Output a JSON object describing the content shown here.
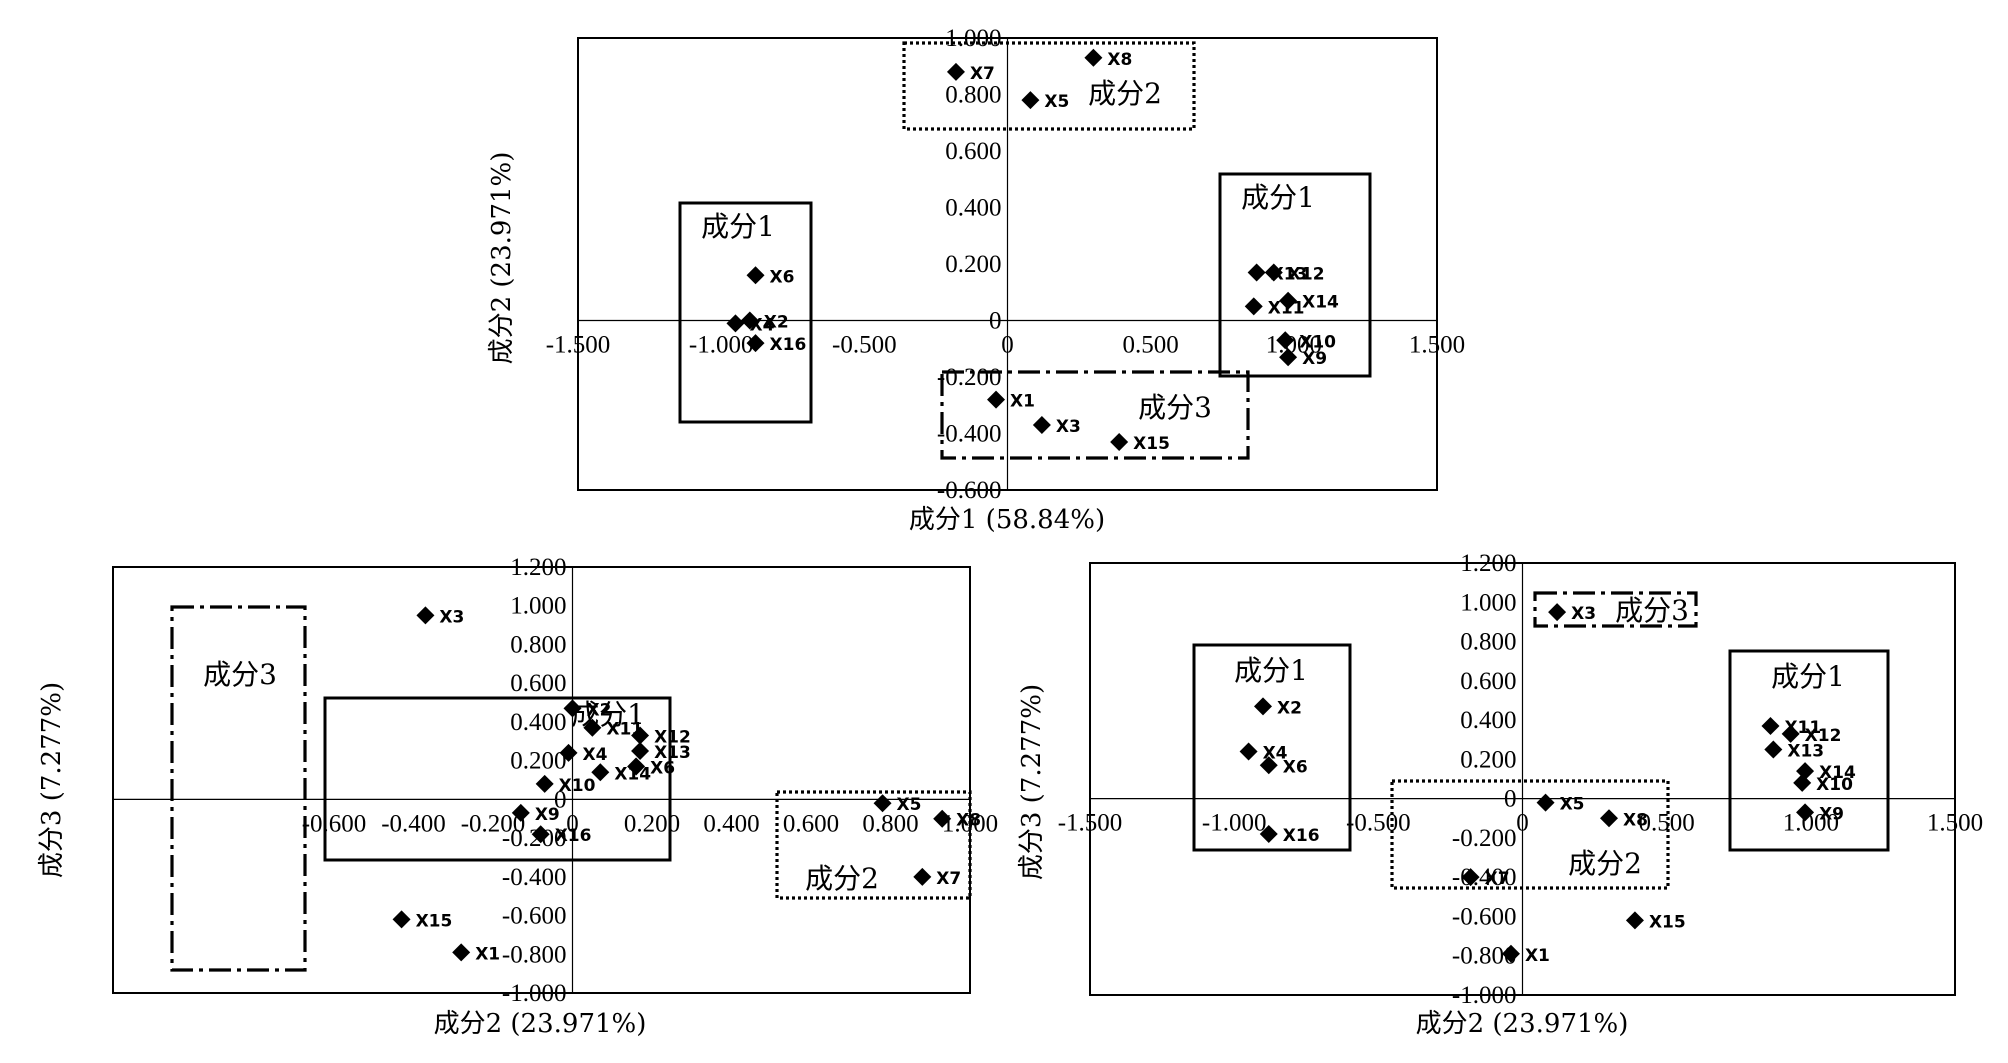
{
  "chart_data": [
    {
      "type": "scatter",
      "xlabel": "成分1 (58.84%)",
      "ylabel": "成分2 (23.971%)",
      "xlim": [
        -1.5,
        1.5
      ],
      "ylim": [
        -0.6,
        1.0
      ],
      "x_ticks": [
        "-1.500",
        "-1.000",
        "-0.500",
        "0",
        "0.500",
        "1.000",
        "1.500"
      ],
      "y_ticks": [
        "-0.600",
        "-0.400",
        "-0.200",
        "0",
        "0.200",
        "0.400",
        "0.600",
        "0.800",
        "1.000"
      ],
      "points": [
        {
          "label": "X1",
          "x": -0.04,
          "y": -0.28
        },
        {
          "label": "X2",
          "x": -0.9,
          "y": 0.0
        },
        {
          "label": "X3",
          "x": 0.12,
          "y": -0.37
        },
        {
          "label": "X4",
          "x": -0.95,
          "y": -0.01
        },
        {
          "label": "X5",
          "x": 0.08,
          "y": 0.78
        },
        {
          "label": "X6",
          "x": -0.88,
          "y": 0.16
        },
        {
          "label": "X7",
          "x": -0.18,
          "y": 0.88
        },
        {
          "label": "X8",
          "x": 0.3,
          "y": 0.93
        },
        {
          "label": "X9",
          "x": 0.98,
          "y": -0.13
        },
        {
          "label": "X10",
          "x": 0.97,
          "y": -0.07
        },
        {
          "label": "X11",
          "x": 0.86,
          "y": 0.05
        },
        {
          "label": "X12",
          "x": 0.93,
          "y": 0.17
        },
        {
          "label": "X13",
          "x": 0.87,
          "y": 0.17
        },
        {
          "label": "X14",
          "x": 0.98,
          "y": 0.07
        },
        {
          "label": "X15",
          "x": 0.39,
          "y": -0.43
        },
        {
          "label": "X16",
          "x": -0.88,
          "y": -0.08
        }
      ],
      "groups": [
        {
          "label": "成分1",
          "style": "solid"
        },
        {
          "label": "成分1",
          "style": "solid"
        },
        {
          "label": "成分2",
          "style": "dotted"
        },
        {
          "label": "成分3",
          "style": "dashdot"
        }
      ]
    },
    {
      "type": "scatter",
      "xlabel": "成分2 (23.971%)",
      "ylabel": "成分3 (7.277%)",
      "xlim": [
        -0.6,
        1.0
      ],
      "ylim": [
        -1.0,
        1.2
      ],
      "x_ticks": [
        "-0.600",
        "-0.400",
        "-0.200",
        "0",
        "0.200",
        "0.400",
        "0.600",
        "0.800",
        "1.000"
      ],
      "y_ticks": [
        "-1.000",
        "-0.800",
        "-0.600",
        "-0.400",
        "-0.200",
        "0",
        "0.200",
        "0.400",
        "0.600",
        "0.800",
        "1.000",
        "1.200"
      ],
      "points": [
        {
          "label": "X1",
          "x": -0.28,
          "y": -0.79
        },
        {
          "label": "X2",
          "x": 0.0,
          "y": 0.47
        },
        {
          "label": "X3",
          "x": -0.37,
          "y": 0.95
        },
        {
          "label": "X4",
          "x": -0.01,
          "y": 0.24
        },
        {
          "label": "X5",
          "x": 0.78,
          "y": -0.02
        },
        {
          "label": "X6",
          "x": 0.16,
          "y": 0.17
        },
        {
          "label": "X7",
          "x": 0.88,
          "y": -0.4
        },
        {
          "label": "X8",
          "x": 0.93,
          "y": -0.1
        },
        {
          "label": "X9",
          "x": -0.13,
          "y": -0.07
        },
        {
          "label": "X10",
          "x": -0.07,
          "y": 0.08
        },
        {
          "label": "X11",
          "x": 0.05,
          "y": 0.37
        },
        {
          "label": "X12",
          "x": 0.17,
          "y": 0.33
        },
        {
          "label": "X13",
          "x": 0.17,
          "y": 0.25
        },
        {
          "label": "X14",
          "x": 0.07,
          "y": 0.14
        },
        {
          "label": "X15",
          "x": -0.43,
          "y": -0.62
        },
        {
          "label": "X16",
          "x": -0.08,
          "y": -0.18
        }
      ],
      "groups": [
        {
          "label": "成分1",
          "style": "solid"
        },
        {
          "label": "成分2",
          "style": "dotted"
        },
        {
          "label": "成分3",
          "style": "dashdot"
        }
      ]
    },
    {
      "type": "scatter",
      "xlabel": "成分2 (23.971%)",
      "ylabel": "成分3 (7.277%)",
      "xlim": [
        -1.5,
        1.5
      ],
      "ylim": [
        -1.0,
        1.2
      ],
      "x_ticks": [
        "-1.500",
        "-1.000",
        "-0.500",
        "0",
        "0.500",
        "1.000",
        "1.500"
      ],
      "y_ticks": [
        "-1.000",
        "-0.800",
        "-0.600",
        "-0.400",
        "-0.200",
        "0",
        "0.200",
        "0.400",
        "0.600",
        "0.800",
        "1.000",
        "1.200"
      ],
      "points": [
        {
          "label": "X1",
          "x": -0.04,
          "y": -0.79
        },
        {
          "label": "X2",
          "x": -0.9,
          "y": 0.47
        },
        {
          "label": "X3",
          "x": 0.12,
          "y": 0.95
        },
        {
          "label": "X4",
          "x": -0.95,
          "y": 0.24
        },
        {
          "label": "X5",
          "x": 0.08,
          "y": -0.02
        },
        {
          "label": "X6",
          "x": -0.88,
          "y": 0.17
        },
        {
          "label": "X7",
          "x": -0.18,
          "y": -0.4
        },
        {
          "label": "X8",
          "x": 0.3,
          "y": -0.1
        },
        {
          "label": "X9",
          "x": 0.98,
          "y": -0.07
        },
        {
          "label": "X10",
          "x": 0.97,
          "y": 0.08
        },
        {
          "label": "X11",
          "x": 0.86,
          "y": 0.37
        },
        {
          "label": "X12",
          "x": 0.93,
          "y": 0.33
        },
        {
          "label": "X13",
          "x": 0.87,
          "y": 0.25
        },
        {
          "label": "X14",
          "x": 0.98,
          "y": 0.14
        },
        {
          "label": "X15",
          "x": 0.39,
          "y": -0.62
        },
        {
          "label": "X16",
          "x": -0.88,
          "y": -0.18
        }
      ],
      "groups": [
        {
          "label": "成分1",
          "style": "solid"
        },
        {
          "label": "成分1",
          "style": "solid"
        },
        {
          "label": "成分2",
          "style": "dotted"
        },
        {
          "label": "成分3",
          "style": "dashdot"
        }
      ]
    }
  ]
}
